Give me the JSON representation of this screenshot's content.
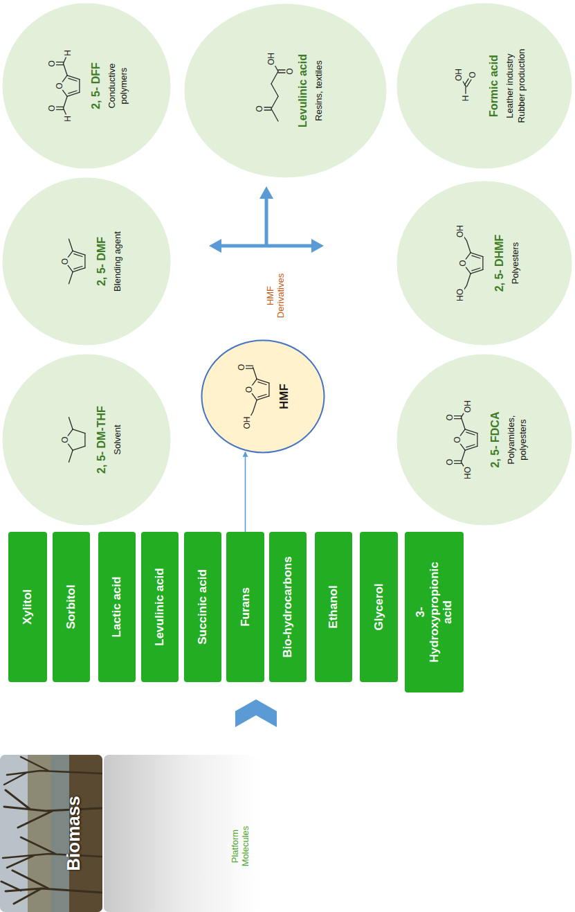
{
  "diagram": {
    "nodes": [
      {
        "text": [
          "Biomass"
        ]
      },
      {
        "text": [
          "Xylitol"
        ]
      },
      {
        "text": [
          "Sorbitol"
        ]
      },
      {
        "text": [
          "Lactic acid"
        ]
      },
      {
        "text": [
          "Levulinic acid"
        ]
      },
      {
        "text": [
          "Succinic acid"
        ]
      },
      {
        "text": [
          "Furans"
        ]
      },
      {
        "text": [
          "Bio-hydrocarbons"
        ]
      },
      {
        "text": [
          "Ethanol"
        ]
      },
      {
        "text": [
          "Glycerol"
        ]
      },
      {
        "text": [
          "3- Hydroxypropionic acid"
        ]
      },
      {
        "text": [
          "HMF"
        ]
      },
      {
        "text": [
          "2, 5- DM-THF",
          "Solvent"
        ]
      },
      {
        "text": [
          "2, 5- DMF",
          "Blending agent"
        ]
      },
      {
        "text": [
          "2, 5- DFF",
          "Conductive polymers"
        ]
      },
      {
        "text": [
          "Levulinic acid",
          "Resins, textiles"
        ]
      },
      {
        "text": [
          "2, 5- FDCA",
          "Polyamides, polyesters"
        ]
      },
      {
        "text": [
          "2, 5- DHMF",
          "Polyesters"
        ]
      },
      {
        "text": [
          "Formic acid",
          "Leather industry Rubber production"
        ]
      }
    ],
    "edges": [
      {
        "from": 6,
        "to": 11,
        "arrow": "to"
      }
    ],
    "labels": [
      "Platform Molecules",
      "O",
      "O",
      "H",
      "O",
      "O",
      "O",
      "H",
      "HMF Derivatives",
      "OH",
      "O",
      "O",
      "OH",
      "O",
      "O",
      "OH",
      "O",
      "O",
      "O",
      "HO",
      "OH",
      "O",
      "HO",
      "H",
      "OH",
      "O"
    ]
  }
}
